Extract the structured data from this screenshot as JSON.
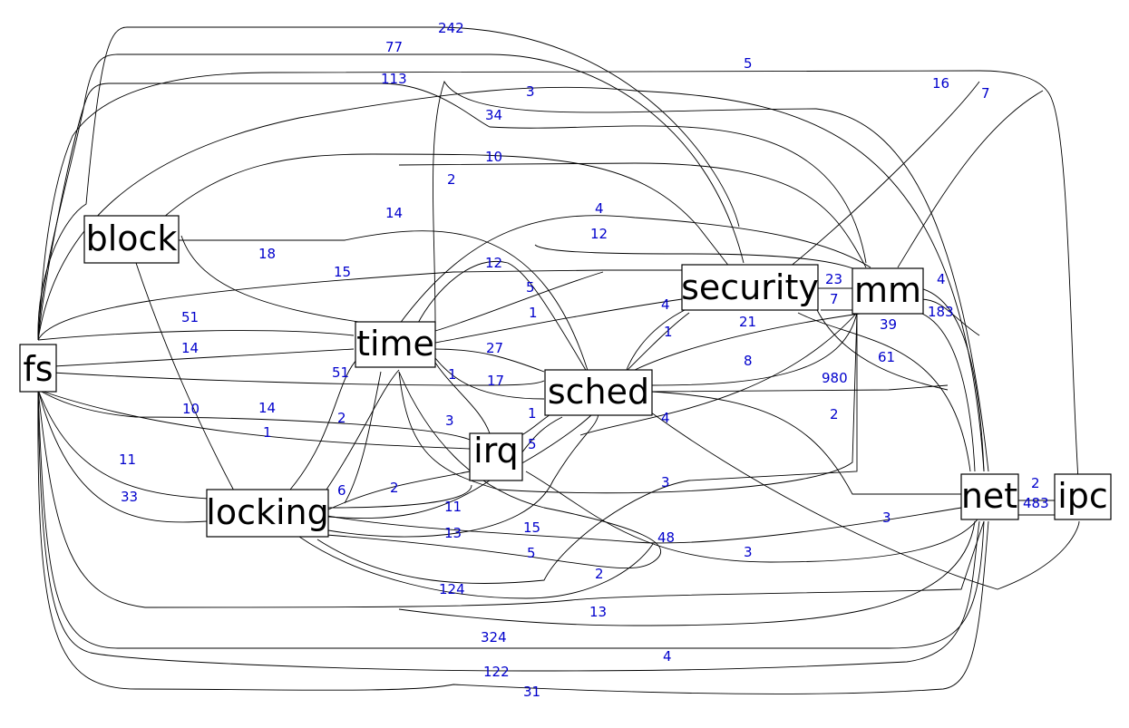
{
  "nodes": {
    "fs": "fs",
    "block": "block",
    "time": "time",
    "security": "security",
    "mm": "mm",
    "sched": "sched",
    "irq": "irq",
    "locking": "locking",
    "net": "net",
    "ipc": "ipc"
  },
  "edge_labels": [
    "242",
    "77",
    "113",
    "5",
    "3",
    "16",
    "7",
    "34",
    "10",
    "2",
    "14",
    "4",
    "12",
    "18",
    "15",
    "12",
    "5",
    "1",
    "4",
    "23",
    "7",
    "4",
    "183",
    "21",
    "39",
    "1",
    "27",
    "17",
    "1",
    "8",
    "61",
    "980",
    "51",
    "14",
    "14",
    "10",
    "1",
    "51",
    "2",
    "3",
    "4",
    "5",
    "1",
    "2",
    "11",
    "33",
    "6",
    "2",
    "3",
    "11",
    "13",
    "15",
    "48",
    "3",
    "3",
    "5",
    "2",
    "124",
    "13",
    "324",
    "4",
    "122",
    "31",
    "2",
    "483"
  ],
  "colors": {
    "edge_label": "#0000cc",
    "edge": "#000000",
    "node_border": "#000000"
  }
}
